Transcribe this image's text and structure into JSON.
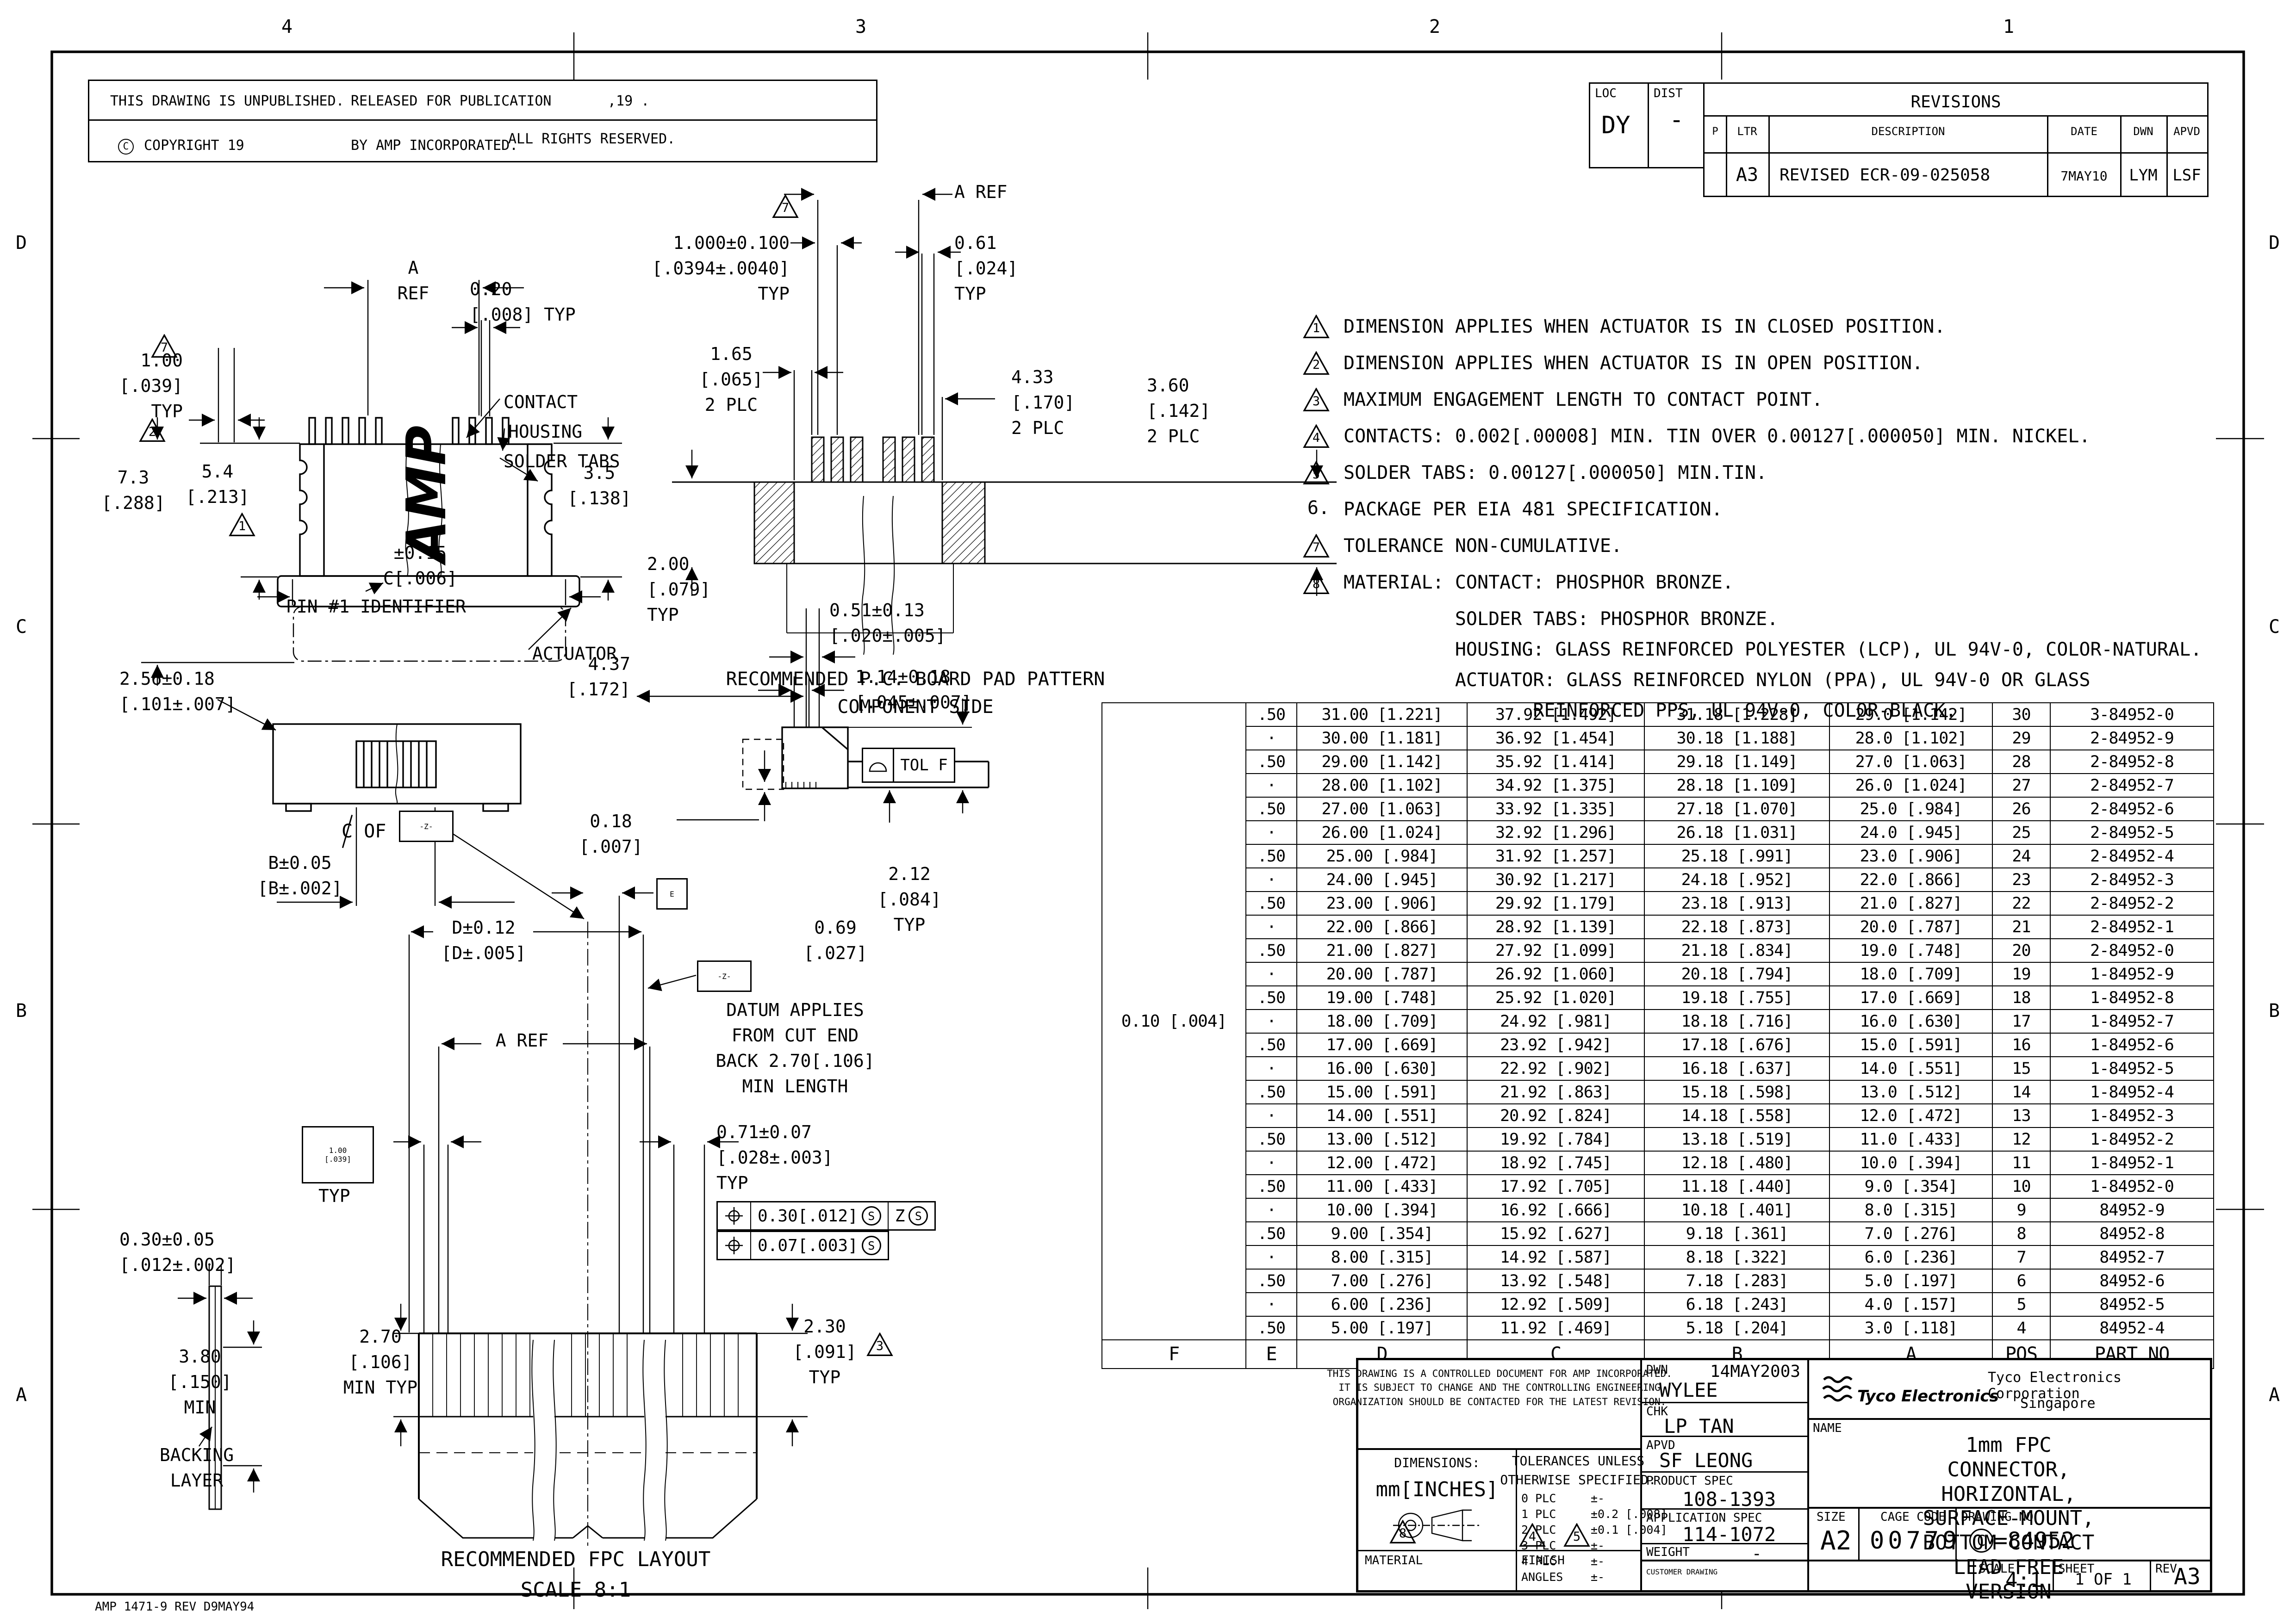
{
  "colors": {
    "ink": "#000000",
    "paper": "#ffffff"
  },
  "zones": {
    "cols": [
      "4",
      "3",
      "2",
      "1"
    ],
    "rows": [
      "D",
      "C",
      "B",
      "A"
    ]
  },
  "flags": {
    "f1": "1",
    "f2": "2",
    "f3": "3",
    "f4": "4",
    "f5": "5",
    "f6": "6",
    "f7": "7",
    "f8": "8"
  },
  "header": {
    "unpublished": "THIS DRAWING IS UNPUBLISHED.",
    "released": "RELEASED FOR PUBLICATION",
    "released_suffix": ",19    .",
    "copyright_c": "C",
    "copyright": "COPYRIGHT 19",
    "by": "BY AMP INCORPORATED.",
    "rights": "ALL RIGHTS RESERVED."
  },
  "revisions": {
    "loc_label": "LOC",
    "loc": "DY",
    "dist_label": "DIST",
    "dist": "-",
    "title": "REVISIONS",
    "col_p": "P",
    "col_ltr": "LTR",
    "col_desc": "DESCRIPTION",
    "col_date": "DATE",
    "col_dwn": "DWN",
    "col_apvd": "APVD",
    "row": {
      "ltr": "A3",
      "description": "REVISED ECR-09-025058",
      "date": "7MAY10",
      "dwn": "LYM",
      "apvd": "LSF"
    }
  },
  "notes": [
    {
      "flag": "1",
      "tri": true,
      "text": "DIMENSION APPLIES WHEN ACTUATOR IS IN CLOSED POSITION."
    },
    {
      "flag": "2",
      "tri": true,
      "text": "DIMENSION APPLIES WHEN ACTUATOR IS IN OPEN POSITION."
    },
    {
      "flag": "3",
      "tri": true,
      "text": "MAXIMUM ENGAGEMENT LENGTH TO CONTACT POINT."
    },
    {
      "flag": "4",
      "tri": true,
      "text": "CONTACTS: 0.002[.00008] MIN. TIN OVER 0.00127[.000050] MIN. NICKEL."
    },
    {
      "flag": "5",
      "tri": true,
      "text": "SOLDER TABS: 0.00127[.000050] MIN.TIN."
    },
    {
      "flag": "6",
      "tri": false,
      "text": "PACKAGE PER EIA 481 SPECIFICATION."
    },
    {
      "flag": "7",
      "tri": true,
      "text": "TOLERANCE NON-CUMULATIVE."
    },
    {
      "flag": "8",
      "tri": true,
      "text": "MATERIAL: CONTACT: PHOSPHOR BRONZE.",
      "cont": [
        "          SOLDER TABS: PHOSPHOR BRONZE.",
        "          HOUSING: GLASS REINFORCED POLYESTER (LCP), UL 94V-0, COLOR-NATURAL.",
        "          ACTUATOR: GLASS REINFORCED NYLON (PPA), UL 94V-0 OR GLASS",
        "                 REINFORCED PPS, UL 94V-0, COLOR-BLACK."
      ]
    }
  ],
  "views": {
    "front": {
      "amp": "AMP",
      "a_ref": "A\nREF",
      "d020": "0.20\n[.008] TYP",
      "d100": "1.00\n[.039]\nTYP",
      "contact": "CONTACT",
      "housing": "HOUSING",
      "solder_tabs": "SOLDER TABS",
      "actuator": "ACTUATOR",
      "d54": "5.4\n[.213]",
      "d35": "3.5\n[.138]",
      "d73": "7.3\n[.288]",
      "dc": "±0.15\nC[.006]",
      "pin1": "PIN #1 IDENTIFIER"
    },
    "pad": {
      "a_ref": "A REF",
      "d1000": "1.000±0.100\n[.0394±.0040]\nTYP",
      "d061": "0.61\n[.024]\nTYP",
      "d165": "1.65\n[.065]\n2 PLC",
      "d433": "4.33\n[.170]\n2 PLC",
      "d360": "3.60\n[.142]\n2 PLC",
      "d200": "2.00\n[.079]\nTYP",
      "caption": "RECOMMENDED P.C. BOARD PAD PATTERN\nCOMPONENT SIDE"
    },
    "bottom": {
      "d256": "2.56±0.18\n[.101±.007]",
      "db": "B±0.05\n[B±.002]"
    },
    "side": {
      "d437": "4.37\n[.172]",
      "d051": "0.51±0.13\n[.020±.005]",
      "d114": "1.14±0.18\n[.045±.007]",
      "d018": "0.18\n[.007]",
      "d212": "2.12\n[.084]\nTYP",
      "d069": "0.69\n[.027]",
      "tol_f": "TOL F"
    },
    "fpc": {
      "cl": "C",
      "of": "OF",
      "z_box": "-Z-",
      "e_box": "E",
      "dd": "D±0.12\n[D±.005]",
      "datum_note": "DATUM APPLIES\nFROM CUT END\nBACK 2.70[.106]\nMIN LENGTH",
      "a_ref": "A REF",
      "d100box": "1.00\n[.039]",
      "typ": "TYP",
      "d071": "0.71±0.07\n[.028±.003]\nTYP",
      "fcf1_tol": "0.30[.012]",
      "fcf1_datum": "Z",
      "s": "S",
      "fcf2_tol": "0.07[.003]",
      "d030": "0.30±0.05\n[.012±.002]",
      "d380": "3.80\n[.150]\nMIN",
      "d270": "2.70\n[.106]\nMIN TYP",
      "d230": "2.30\n[.091]\nTYP",
      "backing": "BACKING\nLAYER",
      "caption": "RECOMMENDED FPC LAYOUT\nSCALE 8:1"
    }
  },
  "table": {
    "f_span": "0.10 [.004]",
    "headers": [
      "F",
      "E",
      "D",
      "C",
      "B",
      "A",
      "POS",
      "PART NO"
    ],
    "rows": [
      [
        ".50",
        "31.00 [1.221]",
        "37.92 [1.492]",
        "31.18 [1.228]",
        "29.0 [1.142]",
        "30",
        "3-84952-0"
      ],
      [
        "·",
        "30.00 [1.181]",
        "36.92 [1.454]",
        "30.18 [1.188]",
        "28.0 [1.102]",
        "29",
        "2-84952-9"
      ],
      [
        ".50",
        "29.00 [1.142]",
        "35.92 [1.414]",
        "29.18 [1.149]",
        "27.0 [1.063]",
        "28",
        "2-84952-8"
      ],
      [
        "·",
        "28.00 [1.102]",
        "34.92 [1.375]",
        "28.18 [1.109]",
        "26.0 [1.024]",
        "27",
        "2-84952-7"
      ],
      [
        ".50",
        "27.00 [1.063]",
        "33.92 [1.335]",
        "27.18 [1.070]",
        "25.0 [.984]",
        "26",
        "2-84952-6"
      ],
      [
        "·",
        "26.00 [1.024]",
        "32.92 [1.296]",
        "26.18 [1.031]",
        "24.0 [.945]",
        "25",
        "2-84952-5"
      ],
      [
        ".50",
        "25.00 [.984]",
        "31.92 [1.257]",
        "25.18 [.991]",
        "23.0 [.906]",
        "24",
        "2-84952-4"
      ],
      [
        "·",
        "24.00 [.945]",
        "30.92 [1.217]",
        "24.18 [.952]",
        "22.0 [.866]",
        "23",
        "2-84952-3"
      ],
      [
        ".50",
        "23.00 [.906]",
        "29.92 [1.179]",
        "23.18 [.913]",
        "21.0 [.827]",
        "22",
        "2-84952-2"
      ],
      [
        "·",
        "22.00 [.866]",
        "28.92 [1.139]",
        "22.18 [.873]",
        "20.0 [.787]",
        "21",
        "2-84952-1"
      ],
      [
        ".50",
        "21.00 [.827]",
        "27.92 [1.099]",
        "21.18 [.834]",
        "19.0 [.748]",
        "20",
        "2-84952-0"
      ],
      [
        "·",
        "20.00 [.787]",
        "26.92 [1.060]",
        "20.18 [.794]",
        "18.0 [.709]",
        "19",
        "1-84952-9"
      ],
      [
        ".50",
        "19.00 [.748]",
        "25.92 [1.020]",
        "19.18 [.755]",
        "17.0 [.669]",
        "18",
        "1-84952-8"
      ],
      [
        "·",
        "18.00 [.709]",
        "24.92 [.981]",
        "18.18 [.716]",
        "16.0 [.630]",
        "17",
        "1-84952-7"
      ],
      [
        ".50",
        "17.00 [.669]",
        "23.92 [.942]",
        "17.18 [.676]",
        "15.0 [.591]",
        "16",
        "1-84952-6"
      ],
      [
        "·",
        "16.00 [.630]",
        "22.92 [.902]",
        "16.18 [.637]",
        "14.0 [.551]",
        "15",
        "1-84952-5"
      ],
      [
        ".50",
        "15.00 [.591]",
        "21.92 [.863]",
        "15.18 [.598]",
        "13.0 [.512]",
        "14",
        "1-84952-4"
      ],
      [
        "·",
        "14.00 [.551]",
        "20.92 [.824]",
        "14.18 [.558]",
        "12.0 [.472]",
        "13",
        "1-84952-3"
      ],
      [
        ".50",
        "13.00 [.512]",
        "19.92 [.784]",
        "13.18 [.519]",
        "11.0 [.433]",
        "12",
        "1-84952-2"
      ],
      [
        "·",
        "12.00 [.472]",
        "18.92 [.745]",
        "12.18 [.480]",
        "10.0 [.394]",
        "11",
        "1-84952-1"
      ],
      [
        ".50",
        "11.00 [.433]",
        "17.92 [.705]",
        "11.18 [.440]",
        "9.0 [.354]",
        "10",
        "1-84952-0"
      ],
      [
        "·",
        "10.00 [.394]",
        "16.92 [.666]",
        "10.18 [.401]",
        "8.0 [.315]",
        "9",
        "84952-9"
      ],
      [
        ".50",
        "9.00 [.354]",
        "15.92 [.627]",
        "9.18 [.361]",
        "7.0 [.276]",
        "8",
        "84952-8"
      ],
      [
        "·",
        "8.00 [.315]",
        "14.92 [.587]",
        "8.18 [.322]",
        "6.0 [.236]",
        "7",
        "84952-7"
      ],
      [
        ".50",
        "7.00 [.276]",
        "13.92 [.548]",
        "7.18 [.283]",
        "5.0 [.197]",
        "6",
        "84952-6"
      ],
      [
        "·",
        "6.00 [.236]",
        "12.92 [.509]",
        "6.18 [.243]",
        "4.0 [.157]",
        "5",
        "84952-5"
      ],
      [
        ".50",
        "5.00 [.197]",
        "11.92 [.469]",
        "5.18 [.204]",
        "3.0 [.118]",
        "4",
        "84952-4"
      ]
    ]
  },
  "title_block": {
    "notice": "THIS DRAWING IS A CONTROLLED DOCUMENT FOR AMP INCORPORATED.\nIT IS SUBJECT TO CHANGE AND THE CONTROLLING ENGINEERING\nORGANIZATION SHOULD BE CONTACTED FOR THE LATEST REVISION.",
    "dimensions_label": "DIMENSIONS:",
    "units": "mm[INCHES]",
    "tol_header": "TOLERANCES UNLESS\nOTHERWISE SPECIFIED:",
    "tol_rows": [
      [
        "0 PLC",
        "±-"
      ],
      [
        "1 PLC",
        "±0.2 [.008]"
      ],
      [
        "2 PLC",
        "±0.1 [.004]"
      ],
      [
        "3 PLC",
        "±-"
      ],
      [
        "4 PLC",
        "±-"
      ],
      [
        "ANGLES",
        "±-"
      ]
    ],
    "material_label": "MATERIAL",
    "finish_label": "FINISH",
    "dwn_label": "DWN",
    "dwn": "WYLEE",
    "date": "14MAY2003",
    "chk_label": "CHK",
    "chk": "LP TAN",
    "apvd_label": "APVD",
    "apvd": "SF LEONG",
    "product_spec_label": "PRODUCT SPEC",
    "product_spec": "108-1393",
    "application_spec_label": "APPLICATION SPEC",
    "application_spec": "114-1072",
    "weight_label": "WEIGHT",
    "weight": "-",
    "logo_text": "Tyco Electronics",
    "company_line1": "Tyco Electronics Corporation",
    "company_line2": "Singapore",
    "name_label": "NAME",
    "name": "1mm FPC CONNECTOR, HORIZONTAL,\nSURFACE-MOUNT, BOTTOM CONTACT\nLEAD FREE VERSION",
    "size_label": "SIZE",
    "size": "A2",
    "cage_label": "CAGE CODE",
    "cage": "00779",
    "drawing_no_label": "DRAWING NO",
    "drawing_prefix": "C",
    "drawing_no": "=84952",
    "customer_drawing": "CUSTOMER DRAWING",
    "scale_label": "SCALE",
    "scale": "4:1",
    "sheet_label": "SHEET",
    "sheet": "1 OF 1",
    "rev_label": "REV",
    "rev": "A3"
  },
  "footer": "AMP 1471-9 REV D9MAY94"
}
